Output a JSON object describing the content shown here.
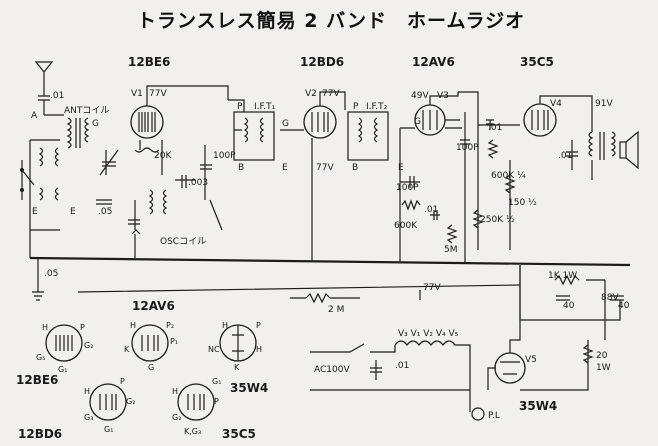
{
  "title": "トランスレス簡易 2 バンド　ホームラジオ",
  "tubes": {
    "t1_type": "12BE6",
    "t2_type": "12BD6",
    "t3_type": "12AV6",
    "t4_type": "35C5",
    "t1_ref": "V1",
    "t2_ref": "V2",
    "t3_ref": "V3",
    "t4_ref": "V4",
    "rect_ref": "V5"
  },
  "labels": {
    "v77a": "77V",
    "v77b": "77V",
    "v77c": "77V",
    "v49": "49V",
    "v91": "91V",
    "v77bus": "77V",
    "v88": "88V",
    "cap01a": ".01",
    "cap05a": ".05",
    "cap05b": ".05",
    "cap003": ".003",
    "cap100p_a": "100P",
    "cap100p_b": "100P",
    "cap100p_c": "100P",
    "cap01b": ".01",
    "cap01c": ".01",
    "cap01d": ".01",
    "cap01e": ".01",
    "ant_coil": "ANTコイル",
    "osc_coil": "OSCコイル",
    "res20k": "20K",
    "res600k": "600K",
    "res5m": "5M",
    "res250k": "250K ½",
    "res600k_b": "600K ¼",
    "res150": "150 ½",
    "res2m": "2 M",
    "res1k": "1K 1W",
    "res20": "20",
    "res20w": "1W",
    "cap40a": "40",
    "cap40b": "40",
    "ift1": "I.F.T₁",
    "ift2": "I.F.T₂",
    "node_a": "A",
    "node_e1": "E",
    "node_e2": "E",
    "node_g1": "G",
    "node_b1": "B",
    "node_b2": "B",
    "node_p1": "P",
    "node_p2": "P",
    "node_g2": "G",
    "node_g3": "G",
    "node_e3": "E",
    "node_e4": "E",
    "ac": "AC100V",
    "pl": "P.L",
    "heaters": "V₃  V₁  V₂  V₄  V₅",
    "rect_type": "35W4"
  },
  "pinouts": {
    "p12be6": "12BE6",
    "p12av6": "12AV6",
    "p35w4": "35W4",
    "p12bd6": "12BD6",
    "p35c5": "35C5"
  }
}
